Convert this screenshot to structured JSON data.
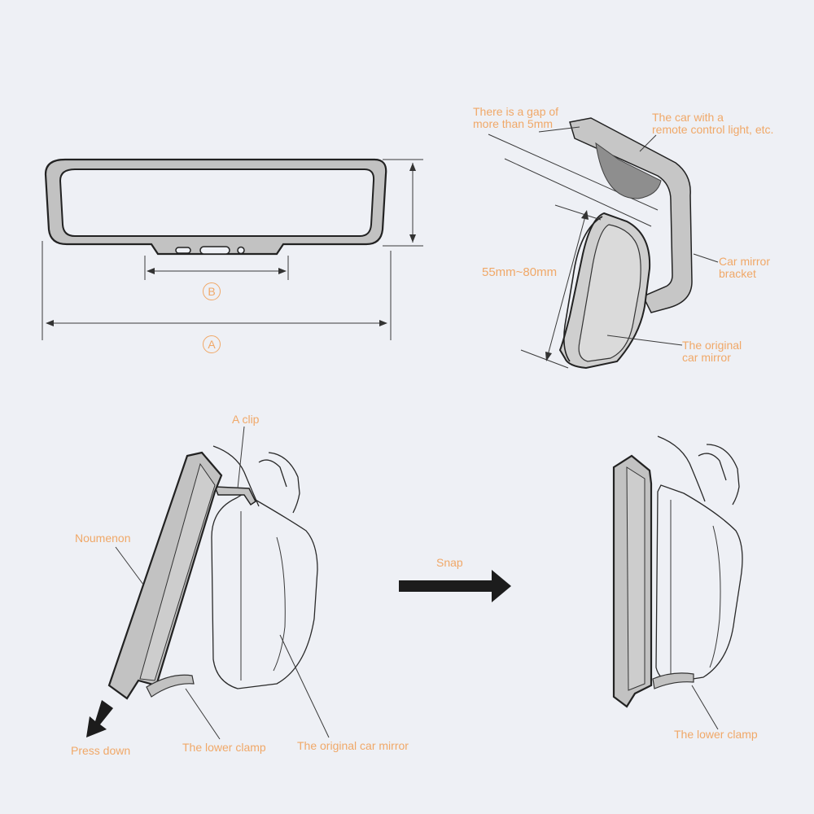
{
  "colors": {
    "background": "#eef0f5",
    "annotation": "#f0a868",
    "outline": "#222222",
    "frame_fill": "#c2c2c2"
  },
  "labels": {
    "dimension_b": "B",
    "dimension_a": "A",
    "gap": [
      "There is a gap of",
      "more than 5mm"
    ],
    "remote_light": [
      "The car with a",
      "remote control light, etc."
    ],
    "bracket": [
      "Car mirror",
      "bracket"
    ],
    "height_range": "55mm~80mm",
    "original_mirror_top": [
      "The original",
      "car mirror"
    ],
    "clip": "A clip",
    "noumenon": "Noumenon",
    "snap": "Snap",
    "press_down": "Press down",
    "lower_clamp_left": "The lower clamp",
    "original_mirror_bottom": "The original car mirror",
    "lower_clamp_right": "The lower clamp"
  },
  "icons": {
    "snap_arrow": "arrow-right-icon",
    "press_arrow": "arrow-down-left-icon"
  }
}
